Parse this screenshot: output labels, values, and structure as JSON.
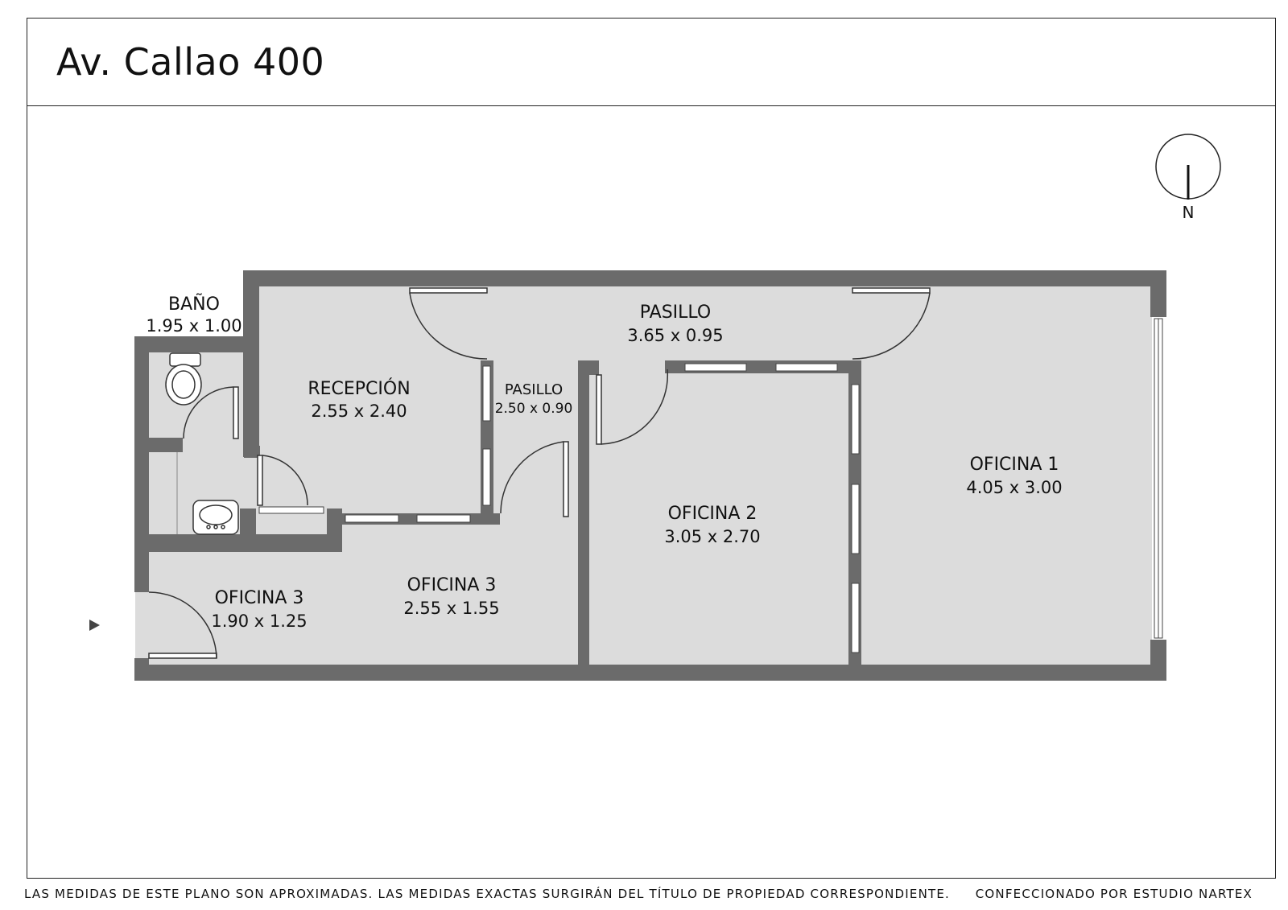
{
  "title": "Av. Callao 400",
  "compass": {
    "label": "N"
  },
  "rooms": [
    {
      "id": "bano",
      "name": "BAÑO",
      "dims": "1.95 x 1.00"
    },
    {
      "id": "recepcion",
      "name": "RECEPCIÓN",
      "dims": "2.55 x 2.40"
    },
    {
      "id": "pasillo-1",
      "name": "PASILLO",
      "dims": "3.65 x 0.95"
    },
    {
      "id": "pasillo-2",
      "name": "PASILLO",
      "dims": "2.50 x 0.90"
    },
    {
      "id": "oficina-1",
      "name": "OFICINA 1",
      "dims": "4.05 x 3.00"
    },
    {
      "id": "oficina-2",
      "name": "OFICINA 2",
      "dims": "3.05 x 2.70"
    },
    {
      "id": "oficina-3a",
      "name": "OFICINA 3",
      "dims": "1.90 x 1.25"
    },
    {
      "id": "oficina-3b",
      "name": "OFICINA 3",
      "dims": "2.55 x 1.55"
    }
  ],
  "entrance_icon": "arrow-right-icon",
  "colors": {
    "wall": "#6b6b6b",
    "floor": "#dcdcdc",
    "window": "#ffffff",
    "line": "#222222"
  },
  "footer": {
    "disclaimer": "LAS MEDIDAS  DE ESTE PLANO SON APROXIMADAS. LAS MEDIDAS EXACTAS SURGIRÁN DEL TÍTULO DE PROPIEDAD CORRESPONDIENTE.",
    "credit": "CONFECCIONADO POR ESTUDIO NARTEX"
  }
}
